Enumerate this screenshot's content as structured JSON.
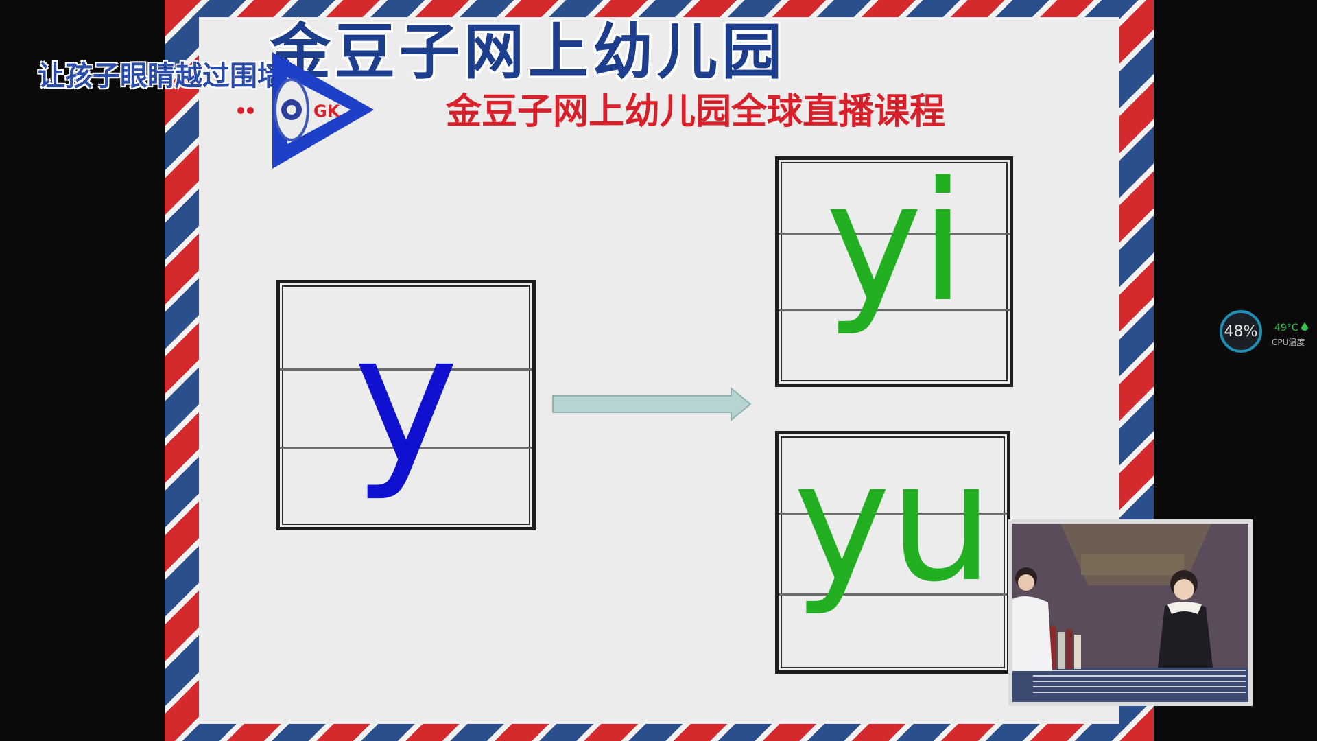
{
  "slide": {
    "main_title": "金豆子网上幼儿园",
    "subtitle": "金豆子网上幼儿园全球直播课程",
    "slogan": "让孩子眼睛越过围墙",
    "logo_text": "GK",
    "boxes": {
      "source_letter": "y",
      "result_top": "yi",
      "result_bottom": "yu"
    },
    "colors": {
      "source_letter": "#1010d0",
      "result_letters": "#22b022",
      "title": "#1d3e8c",
      "subtitle": "#d8202b",
      "arrow": "#b8d4d2"
    }
  },
  "overlay": {
    "cpu_usage": "48%",
    "cpu_temp": "49°C",
    "cpu_label": "CPU温度"
  },
  "icons": {
    "logo": "eye-triangle-logo-icon",
    "arrow": "right-arrow-icon",
    "temp": "droplet-icon"
  }
}
